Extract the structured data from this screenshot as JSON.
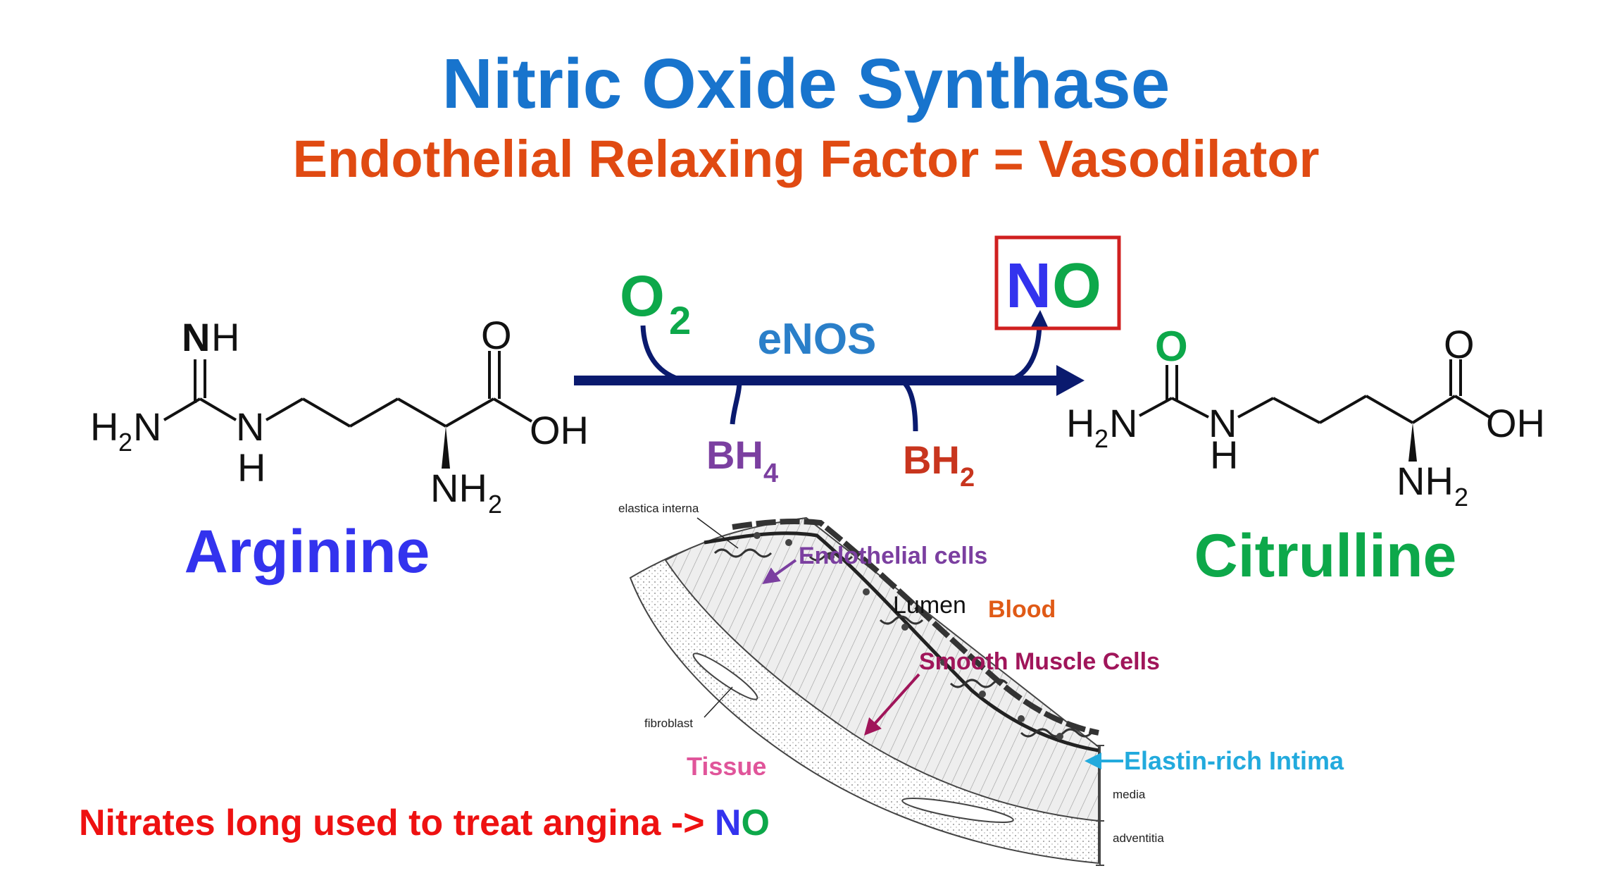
{
  "title": "Nitric Oxide Synthase",
  "subtitle": "Endothelial Relaxing Factor = Vasodilator",
  "reaction": {
    "substrate": "Arginine",
    "product": "Citrulline",
    "enzyme": "eNOS",
    "cosubstrate": "O",
    "cosubstrate_sub": "2",
    "cofactor_in": "BH",
    "cofactor_in_sub": "4",
    "cofactor_out": "BH",
    "cofactor_out_sub": "2",
    "no_n": "N",
    "no_o": "O"
  },
  "arginine_atoms": {
    "nh_n": "N",
    "nh_h": "H",
    "h2n": "H",
    "h2n_sub": "2",
    "h2n_n": "N",
    "n": "N",
    "n_h": "H",
    "o": "O",
    "oh": "OH",
    "nh2": "NH",
    "nh2_sub": "2"
  },
  "citrulline_atoms": {
    "o_green": "O",
    "h2n": "H",
    "h2n_sub": "2",
    "h2n_n": "N",
    "n": "N",
    "n_h": "H",
    "o": "O",
    "oh": "OH",
    "nh2": "NH",
    "nh2_sub": "2"
  },
  "vessel": {
    "elastica_interna": "elastica interna",
    "endothelial": "Endothelial  cells",
    "lumen": "Lumen",
    "blood": "Blood",
    "smooth_muscle": "Smooth Muscle  Cells",
    "fibroblast": "fibroblast",
    "tissue": "Tissue",
    "intima": "Elastin-rich  Intima",
    "media": "media",
    "adventitia": "adventitia"
  },
  "footer": {
    "text": "Nitrates long used to treat angina -> ",
    "no_n": "N",
    "no_o": "O"
  },
  "colors": {
    "title": "#1874CD",
    "subtitle": "#E04A12",
    "blue_n": "#3333EE",
    "green": "#0DA84A",
    "navy": "#0A1A6E",
    "purple": "#7B3FA0",
    "brown_red": "#C8351E",
    "enzyme_blue": "#2A7FC9",
    "box_red": "#D02020",
    "magenta": "#A0155A",
    "pink": "#E0559A",
    "cyan": "#22AADD",
    "footer_red": "#EE1111",
    "blood": "#E05A16"
  }
}
